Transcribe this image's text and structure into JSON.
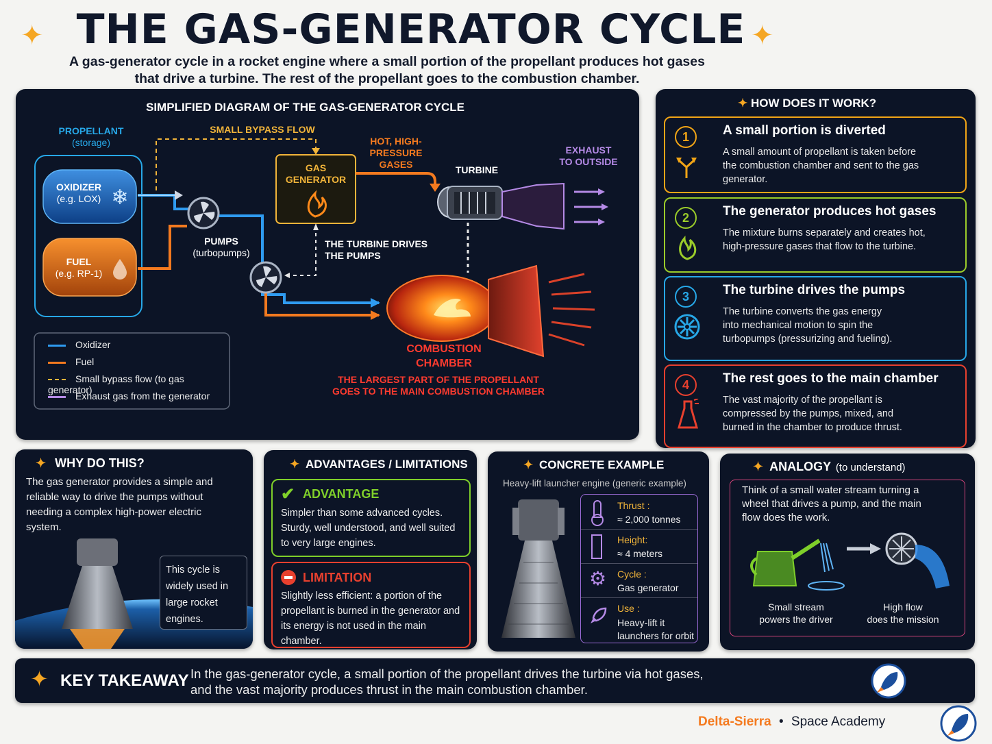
{
  "header": {
    "title": "THE GAS-GENERATOR CYCLE",
    "subtitle_line1": "A gas-generator cycle in a rocket engine where a small portion of the propellant produces hot gases",
    "subtitle_line2": "that drive a turbine. The rest of the propellant goes to the combustion chamber."
  },
  "diagram": {
    "heading": "SIMPLIFIED DIAGRAM OF THE GAS-GENERATOR CYCLE",
    "propellant": "PROPELLANT",
    "storage": "(storage)",
    "oxidizer": "OXIDIZER",
    "oxidizer_sub": "(e.g. LOX)",
    "fuel": "FUEL",
    "fuel_sub": "(e.g. RP-1)",
    "pumps": "PUMPS",
    "pumps_sub": "(turbopumps)",
    "bypass": "SMALL BYPASS FLOW",
    "gas_generator_1": "GAS",
    "gas_generator_2": "GENERATOR",
    "hot_gases_1": "HOT, HIGH-",
    "hot_gases_2": "PRESSURE GASES",
    "turbine": "TURBINE",
    "exhaust_1": "EXHAUST",
    "exhaust_2": "TO OUTSIDE",
    "turbine_drives_1": "THE TURBINE DRIVES",
    "turbine_drives_2": "THE PUMPS",
    "chamber_1": "COMBUSTION",
    "chamber_2": "CHAMBER",
    "largest_1": "THE LARGEST PART OF THE PROPELLANT",
    "largest_2": "GOES TO THE MAIN COMBUSTION CHAMBER",
    "legend": [
      {
        "label": "Oxidizer",
        "color": "#2f9bf0"
      },
      {
        "label": "Fuel",
        "color": "#f47a1f"
      },
      {
        "label": "Small bypass flow (to gas generator)",
        "color": "#f2b53a"
      },
      {
        "label": "Exhaust gas from the generator",
        "color": "#b58ae6"
      }
    ]
  },
  "how": {
    "heading": "HOW DOES IT WORK?",
    "steps": [
      {
        "num": "1",
        "title": "A small portion is diverted",
        "text": "A small amount of propellant is taken before the combustion chamber and sent to the gas generator.",
        "color": "#f2a516",
        "icon": "split-arrow-icon"
      },
      {
        "num": "2",
        "title": "The generator produces hot gases",
        "text": "The mixture burns separately and creates hot, high-pressure gases that flow to the turbine.",
        "color": "#9bcc2a",
        "icon": "flame-icon"
      },
      {
        "num": "3",
        "title": "The turbine drives the pumps",
        "text": "The turbine converts the gas energy into mechanical motion to spin the turbopumps (pressurizing and fueling).",
        "color": "#27a8e8",
        "icon": "turbine-icon"
      },
      {
        "num": "4",
        "title": "The rest goes to the main chamber",
        "text": "The vast majority of the propellant is compressed by the pumps, mixed, and burned in the chamber to produce thrust.",
        "color": "#e8402e",
        "icon": "nozzle-icon"
      }
    ]
  },
  "why": {
    "heading": "WHY DO THIS?",
    "text": "The gas generator provides a simple and reliable way to drive the pumps without needing a complex high-power electric system.",
    "note": "This cycle is widely used in large rocket engines."
  },
  "advlim": {
    "heading": "ADVANTAGES / LIMITATIONS",
    "adv_title": "ADVANTAGE",
    "adv_text": "Simpler than some advanced cycles. Sturdy, well understood, and well suited to very large engines.",
    "lim_title": "LIMITATION",
    "lim_text": "Slightly less efficient: a portion of the propellant is burned in the generator and its energy is not used in the main chamber."
  },
  "example": {
    "heading": "CONCRETE EXAMPLE",
    "sub": "Heavy-lift launcher engine (generic example)",
    "specs": [
      {
        "label": "Thrust :",
        "value": "≈ 2,000 tonnes",
        "icon": "thermometer-icon"
      },
      {
        "label": "Height:",
        "value": "≈ 4 meters",
        "icon": "ruler-icon"
      },
      {
        "label": "Cycle :",
        "value": "Gas generator",
        "icon": "gear-icon"
      },
      {
        "label": "Use :",
        "value": "Heavy-lift it launchers for orbit",
        "icon": "rocket-icon"
      }
    ]
  },
  "analogy": {
    "heading": "ANALOGY",
    "heading_sub": "(to understand)",
    "text": "Think of a small water stream turning a wheel that drives a pump, and the main flow does the work.",
    "cap_left_1": "Small stream",
    "cap_left_2": "powers the driver",
    "cap_right_1": "High flow",
    "cap_right_2": "does the mission"
  },
  "takeaway": {
    "heading": "KEY TAKEAWAY",
    "line1": "In the gas-generator cycle, a small portion of the propellant drives the turbine via hot gases,",
    "line2": "and the vast majority produces thrust in the main combustion chamber."
  },
  "footer": {
    "brand": "Delta-Sierra",
    "sep": "•",
    "academy": "Space Academy"
  }
}
